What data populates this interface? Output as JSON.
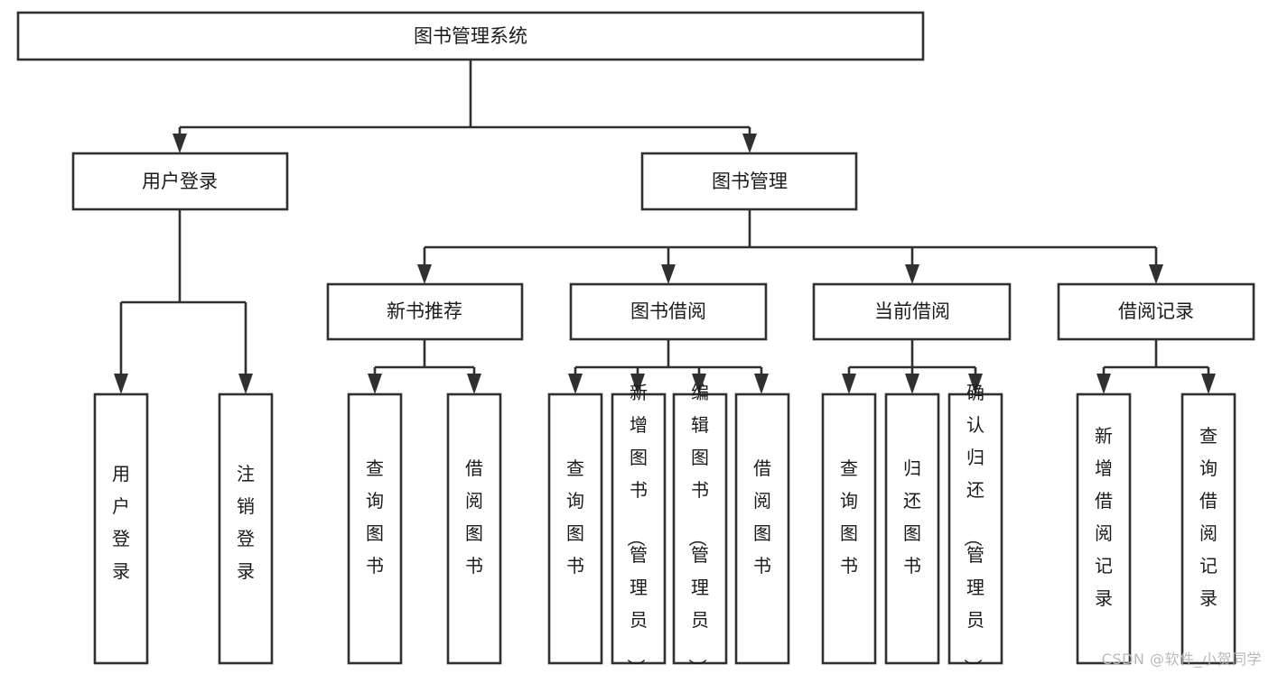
{
  "diagram": {
    "type": "tree-hierarchy",
    "title": "图书管理系统",
    "orientation": "top-down",
    "colors": {
      "box_stroke": "#303030",
      "box_fill": "#ffffff",
      "text": "#1b1b1b",
      "background": "#ffffff",
      "watermark": "#b9b9b9"
    },
    "root": {
      "id": "root",
      "label": "图书管理系统",
      "text_orientation": "horizontal"
    },
    "level1": [
      {
        "id": "user-login",
        "label": "用户登录",
        "text_orientation": "horizontal"
      },
      {
        "id": "book-manage",
        "label": "图书管理",
        "text_orientation": "horizontal"
      }
    ],
    "level2": [
      {
        "id": "new-book-recommend",
        "label": "新书推荐",
        "parent": "book-manage",
        "text_orientation": "horizontal"
      },
      {
        "id": "book-borrow",
        "label": "图书借阅",
        "parent": "book-manage",
        "text_orientation": "horizontal"
      },
      {
        "id": "current-borrow",
        "label": "当前借阅",
        "parent": "book-manage",
        "text_orientation": "horizontal"
      },
      {
        "id": "borrow-record",
        "label": "借阅记录",
        "parent": "book-manage",
        "text_orientation": "horizontal"
      }
    ],
    "leaves": [
      {
        "id": "leaf-user-login",
        "label": "用户登录",
        "parent": "user-login",
        "text_orientation": "vertical"
      },
      {
        "id": "leaf-logout-login",
        "label": "注销登录",
        "parent": "user-login",
        "text_orientation": "vertical"
      },
      {
        "id": "leaf-query-book-1",
        "label": "查询图书",
        "parent": "new-book-recommend",
        "text_orientation": "vertical"
      },
      {
        "id": "leaf-borrow-book-1",
        "label": "借阅图书",
        "parent": "new-book-recommend",
        "text_orientation": "vertical"
      },
      {
        "id": "leaf-query-book-2",
        "label": "查询图书",
        "parent": "book-borrow",
        "text_orientation": "vertical"
      },
      {
        "id": "leaf-add-book-admin",
        "label": "新增图书（管理员）",
        "parent": "book-borrow",
        "text_orientation": "vertical"
      },
      {
        "id": "leaf-edit-book-admin",
        "label": "编辑图书（管理员）",
        "parent": "book-borrow",
        "text_orientation": "vertical"
      },
      {
        "id": "leaf-borrow-book-2",
        "label": "借阅图书",
        "parent": "book-borrow",
        "text_orientation": "vertical"
      },
      {
        "id": "leaf-query-book-3",
        "label": "查询图书",
        "parent": "current-borrow",
        "text_orientation": "vertical"
      },
      {
        "id": "leaf-return-book",
        "label": "归还图书",
        "parent": "current-borrow",
        "text_orientation": "vertical"
      },
      {
        "id": "leaf-confirm-return-admin",
        "label": "确认归还（管理员）",
        "parent": "current-borrow",
        "text_orientation": "vertical"
      },
      {
        "id": "leaf-add-borrow-record",
        "label": "新增借阅记录",
        "parent": "borrow-record",
        "text_orientation": "vertical"
      },
      {
        "id": "leaf-query-borrow-record",
        "label": "查询借阅记录",
        "parent": "borrow-record",
        "text_orientation": "vertical"
      }
    ]
  },
  "watermark": {
    "text": "CSDN @软件_小贺同学"
  }
}
